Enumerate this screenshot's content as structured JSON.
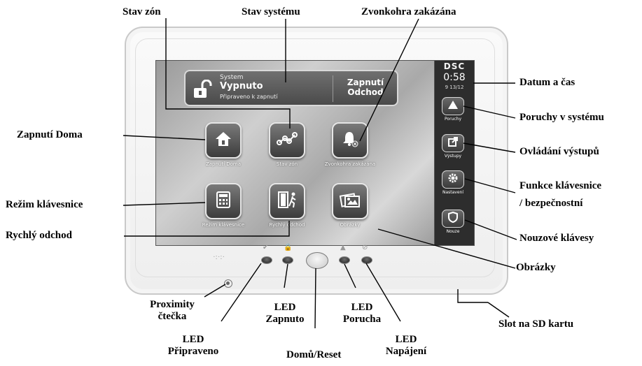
{
  "callouts": {
    "stav_zon": "Stav zón",
    "stav_systemu": "Stav systému",
    "zvonkohra": "Zvonkohra zakázána",
    "datum": "Datum a čas",
    "poruchy": "Poruchy v systému",
    "vystupy": "Ovládání výstupů",
    "funkce_1": "Funkce klávesnice",
    "funkce_2": "/ bezpečnostní",
    "nouzove": "Nouzové klávesy",
    "obrazky": "Obrázky",
    "zapnuti_doma": "Zapnutí Doma",
    "rezim": "Režim klávesnice",
    "rychly": "Rychlý odchod",
    "proximity_1": "Proximity",
    "proximity_2": "čtečka",
    "led_pripraveno_1": "LED",
    "led_pripraveno_2": "Připraveno",
    "led_zapnuto_1": "LED",
    "led_zapnuto_2": "Zapnuto",
    "domu_reset": "Domů/Reset",
    "led_porucha_1": "LED",
    "led_porucha_2": "Porucha",
    "led_napajeni_1": "LED",
    "led_napajeni_2": "Napájení",
    "sd_slot": "Slot na SD kartu"
  },
  "screen": {
    "status": {
      "label": "System",
      "state": "Vypnuto",
      "sub": "Připraveno k zapnutí",
      "arm_line1": "Zapnutí",
      "arm_line2": "Odchod"
    },
    "tiles": [
      {
        "label": "Zapnutí Doma",
        "icon": "home-icon"
      },
      {
        "label": "Stav zón",
        "icon": "zones-icon"
      },
      {
        "label": "Zvonkohra zakázána",
        "icon": "bell-off-icon"
      },
      {
        "label": "Režim klávesnice",
        "icon": "keypad-icon"
      },
      {
        "label": "Rychlý odchod",
        "icon": "quick-exit-icon"
      },
      {
        "label": "Obrázky",
        "icon": "pictures-icon"
      }
    ]
  },
  "sidebar": {
    "logo": "DSC",
    "time": "0:58",
    "date": "9 13/12",
    "buttons": [
      {
        "label": "Poruchy",
        "icon": "warning-icon"
      },
      {
        "label": "Výstupy",
        "icon": "output-icon"
      },
      {
        "label": "Nastavení",
        "icon": "gear-icon"
      },
      {
        "label": "Nouze",
        "icon": "shield-icon"
      }
    ]
  }
}
